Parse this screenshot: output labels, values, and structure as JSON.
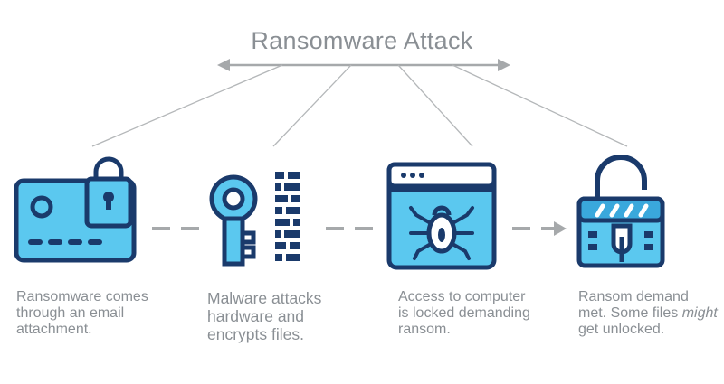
{
  "title": "Ransomware Attack",
  "steps": [
    {
      "lines": [
        "Ransomware comes",
        "through an email",
        "attachment."
      ]
    },
    {
      "lines": [
        "Malware attacks",
        "hardware and",
        "encrypts files."
      ]
    },
    {
      "lines": [
        "Access to computer",
        "is locked demanding",
        "ransom."
      ]
    },
    {
      "pre": "Ransom demand met. Some files ",
      "em": "might",
      "post": " get unlocked."
    }
  ],
  "colors": {
    "navy": "#1a3a6b",
    "light_blue": "#5bc8ef",
    "mid_blue": "#3aa8dc",
    "gray": "#8a8f94",
    "connector": "#a6a9ab"
  },
  "icons": [
    "card-lock-icon",
    "key-binary-icon",
    "bug-window-icon",
    "unlocked-padlock-icon"
  ]
}
